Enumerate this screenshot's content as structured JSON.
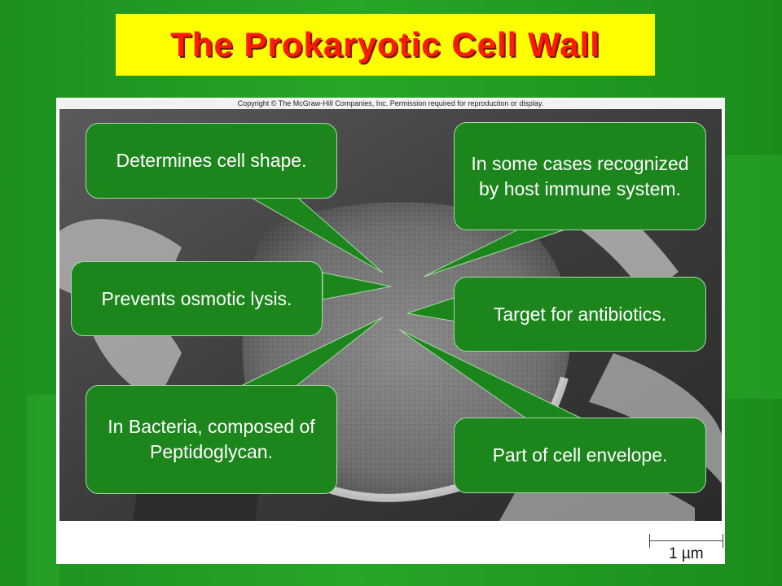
{
  "slide": {
    "title": "The Prokaryotic Cell Wall"
  },
  "figure": {
    "copyright": "Copyright © The McGraw-Hill Companies, Inc. Permission required for reproduction or display.",
    "scale_bar": "1 µm"
  },
  "callouts": [
    {
      "id": "shape",
      "text": "Determines cell shape."
    },
    {
      "id": "immune",
      "text": "In some cases recognized by host immune system."
    },
    {
      "id": "osmotic",
      "text": "Prevents osmotic lysis."
    },
    {
      "id": "antibiotics",
      "text": "Target for antibiotics."
    },
    {
      "id": "peptidoglycan",
      "text": "In Bacteria, composed of Peptidoglycan."
    },
    {
      "id": "envelope",
      "text": "Part of cell envelope."
    }
  ],
  "colors": {
    "background": "#27a727",
    "title_bg": "#ffff00",
    "title_text": "#ff1a00",
    "callout_fill": "#1c851c"
  }
}
